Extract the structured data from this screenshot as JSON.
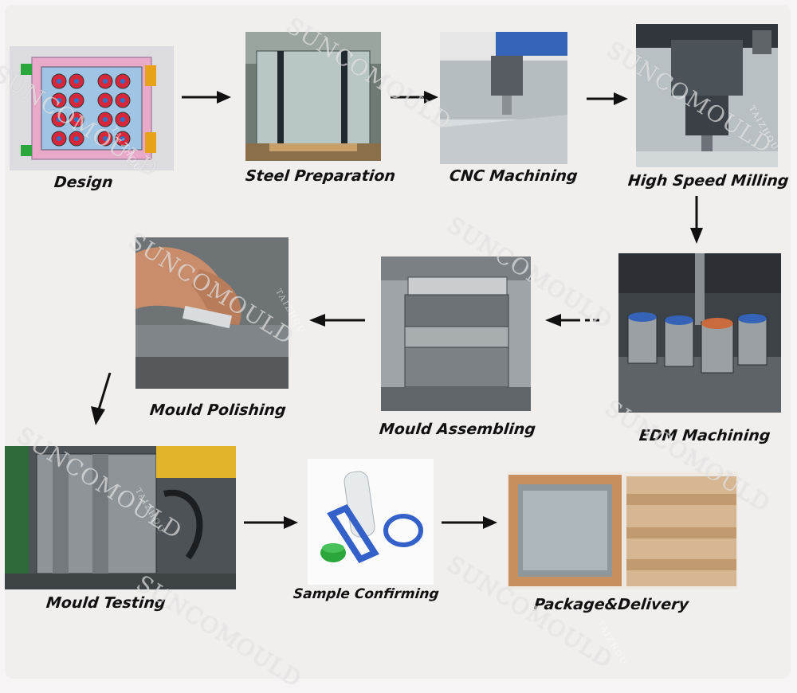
{
  "steps": [
    {
      "label": "Design"
    },
    {
      "label": "Steel Preparation"
    },
    {
      "label": "CNC Machining"
    },
    {
      "label": "High Speed Milling"
    },
    {
      "label": "EDM Machining"
    },
    {
      "label": "Mould Assembling"
    },
    {
      "label": "Mould Polishing"
    },
    {
      "label": "Mould Testing"
    },
    {
      "label": "Sample Confirming"
    },
    {
      "label": "Package&Delivery"
    }
  ],
  "watermark": {
    "brand": "SUNCOMOULD",
    "city": "TAIZHOU"
  },
  "colors": {
    "background": "#f1eeee",
    "label_text": "#111111",
    "arrow": "#111111",
    "design_pink": "#e9a9c9",
    "cavity_red": "#d6283a",
    "accent_blue": "#3563b8",
    "accent_green": "#2aa63b",
    "wood": "#c9996a"
  }
}
